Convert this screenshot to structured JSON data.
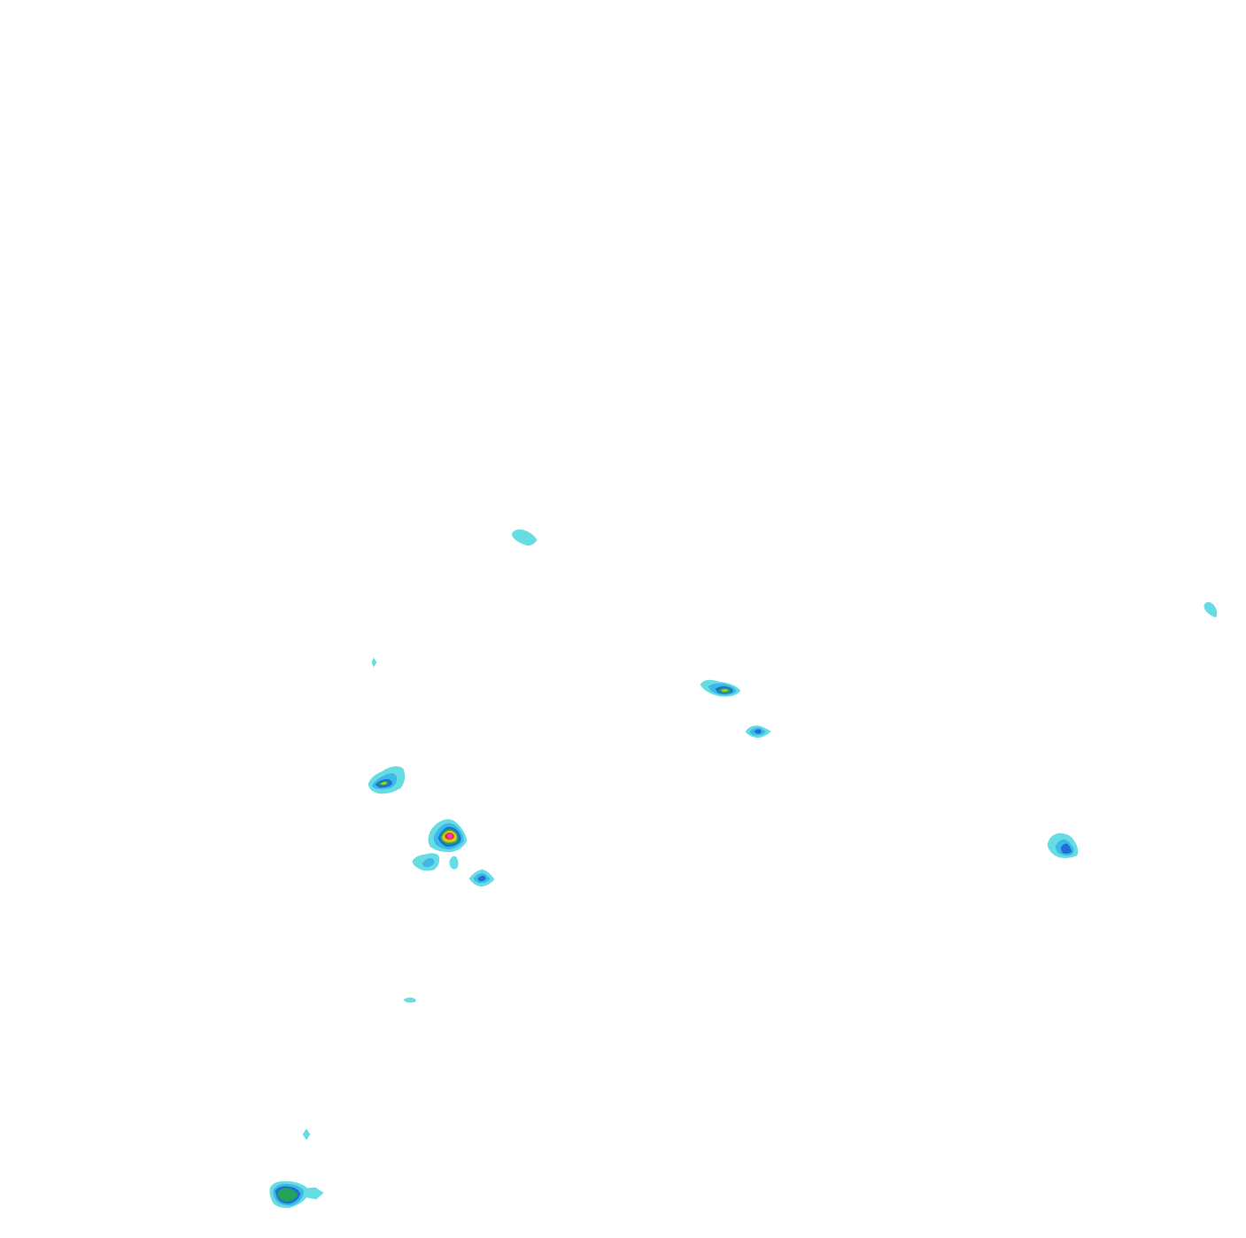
{
  "map": {
    "background": "#ffffff",
    "levels": [
      {
        "name": "level-1",
        "color": "#66dde2"
      },
      {
        "name": "level-2",
        "color": "#3fb7e8"
      },
      {
        "name": "level-3",
        "color": "#1e6fd6"
      },
      {
        "name": "level-4",
        "color": "#22a35a"
      },
      {
        "name": "level-5",
        "color": "#9ed21e"
      },
      {
        "name": "level-6",
        "color": "#f0d21c"
      },
      {
        "name": "level-7",
        "color": "#f26a1e"
      },
      {
        "name": "level-8",
        "color": "#d9222b"
      },
      {
        "name": "level-9",
        "color": "#e63fbf"
      }
    ],
    "cells": [
      {
        "id": "cell-a",
        "peak_level": 1
      },
      {
        "id": "cell-b",
        "peak_level": 1
      },
      {
        "id": "cell-c",
        "peak_level": 1
      },
      {
        "id": "cell-d",
        "peak_level": 5
      },
      {
        "id": "cell-e",
        "peak_level": 3
      },
      {
        "id": "cell-f",
        "peak_level": 5
      },
      {
        "id": "cell-g",
        "peak_level": 9
      },
      {
        "id": "cell-h",
        "peak_level": 2
      },
      {
        "id": "cell-i",
        "peak_level": 1
      },
      {
        "id": "cell-j",
        "peak_level": 3
      },
      {
        "id": "cell-k",
        "peak_level": 3
      },
      {
        "id": "cell-l",
        "peak_level": 1
      },
      {
        "id": "cell-m",
        "peak_level": 1
      },
      {
        "id": "cell-n",
        "peak_level": 4
      }
    ]
  }
}
